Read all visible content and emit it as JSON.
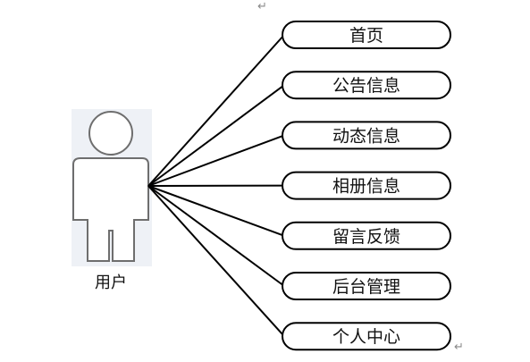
{
  "diagram": {
    "actor": {
      "label": "用户"
    },
    "use_cases": [
      {
        "label": "首页"
      },
      {
        "label": "公告信息"
      },
      {
        "label": "动态信息"
      },
      {
        "label": "相册信息"
      },
      {
        "label": "留言反馈"
      },
      {
        "label": "后台管理"
      },
      {
        "label": "个人中心"
      }
    ],
    "paragraph_mark": "↵"
  },
  "colors": {
    "stroke": "#000000",
    "actor_stroke": "#6e6e6e",
    "actor_bg": "#eef1f6"
  }
}
